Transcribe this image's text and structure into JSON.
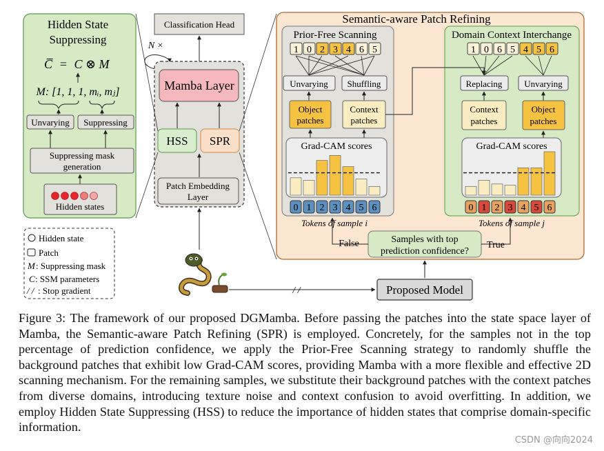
{
  "hss": {
    "title_line1": "Hidden State",
    "title_line2": "Suppressing",
    "eq_lhs": "C̅",
    "eq_op": "=",
    "eq_rhs": "C ⊗ M",
    "mask_expr": "M: [1, 1, 1, mᵢ, mⱼ]",
    "unvarying": "Unvarying",
    "suppressing": "Suppressing",
    "mask_gen_line1": "Suppressing mask",
    "mask_gen_line2": "generation",
    "hidden_states": "Hidden states",
    "dot_colors": [
      "#e8252b",
      "#e8252b",
      "#e8252b",
      "#f07b7b",
      "#f4a6a6"
    ]
  },
  "center": {
    "cls_head": "Classification Head",
    "nx": "N ×",
    "mamba_layer": "Mamba Layer",
    "hss_label": "HSS",
    "spr_label": "SPR",
    "patch_emb_line1": "Patch Embedding",
    "patch_emb_line2": "Layer"
  },
  "legend": {
    "hidden_state": "Hidden state",
    "patch": "Patch",
    "mask_key": "M",
    "mask_text": ": Suppressing mask",
    "ssm_key": "C",
    "ssm_text": ": SSM parameters",
    "stop_key": "/ /",
    "stop_text": ": Stop gradient"
  },
  "spr": {
    "title": "Semantic-aware Patch Refining",
    "pfs_title": "Prior-Free Scanning",
    "dci_title": "Domain Context Interchange",
    "pfs_seq": [
      "1",
      "0",
      "2",
      "3",
      "4",
      "6",
      "5"
    ],
    "dci_seq": [
      "1",
      "0",
      "6",
      "5",
      "4",
      "5",
      "6"
    ],
    "unvarying": "Unvarying",
    "shuffling": "Shuffling",
    "replacing": "Replacing",
    "object_patches_l1": "Object",
    "object_patches_l2": "patches",
    "context_patches_l1": "Context",
    "context_patches_l2": "patches",
    "gradcam": "Grad-CAM scores",
    "tokens_i": "Tokens of sample i",
    "tokens_j": "Tokens of sample j",
    "token_ids": [
      "0",
      "1",
      "2",
      "3",
      "4",
      "5",
      "6"
    ],
    "question_l1": "Samples with top",
    "question_l2": "prediction confidence?",
    "false_label": "False",
    "true_label": "True"
  },
  "bottom": {
    "proposed_model": "Proposed Model"
  },
  "chart_data": [
    {
      "type": "bar",
      "title": "Grad-CAM scores",
      "categories": [
        "0",
        "1",
        "2",
        "3",
        "4",
        "5",
        "6"
      ],
      "values": [
        0.28,
        0.24,
        0.56,
        0.64,
        0.46,
        0.26,
        0.14
      ],
      "threshold": 0.36,
      "xlabel": "Tokens of sample i"
    },
    {
      "type": "bar",
      "title": "Grad-CAM scores",
      "categories": [
        "0",
        "1",
        "2",
        "3",
        "4",
        "5",
        "6"
      ],
      "values": [
        0.14,
        0.24,
        0.18,
        0.16,
        0.44,
        0.44,
        0.7
      ],
      "threshold": 0.36,
      "xlabel": "Tokens of sample j"
    }
  ],
  "colors": {
    "green_panel": "#d6eac6",
    "orange_panel": "#fbe6d2",
    "gray_panel": "#e3e1dc",
    "mamba_pink": "#f4b8bd",
    "hss_green": "#d9edcf",
    "spr_peach": "#fbe0c9",
    "gold": "#f5c242",
    "pale_yellow": "#fbedc2",
    "token_blue": "#5d90bf",
    "token_orange": "#e7a161",
    "token_red": "#d54a3a"
  },
  "caption": "Figure 3: The framework of our proposed DGMamba. Before passing the patches into the state space layer of Mamba, the Semantic-aware Patch Refining (SPR) is employed. Concretely, for the samples not in the top percentage of prediction confidence, we apply the Prior-Free Scanning strategy to randomly shuffle the background patches that exhibit low Grad-CAM scores, providing Mamba with a more flexible and effective 2D scanning mechanism. For the remaining samples, we substitute their background patches with the context patches from diverse domains, introducing texture noise and context confusion to avoid overfitting. In addition, we employ Hidden State Suppressing (HSS) to reduce the importance of hidden states that comprise domain-specific information.",
  "watermark": "CSDN @向向2024"
}
